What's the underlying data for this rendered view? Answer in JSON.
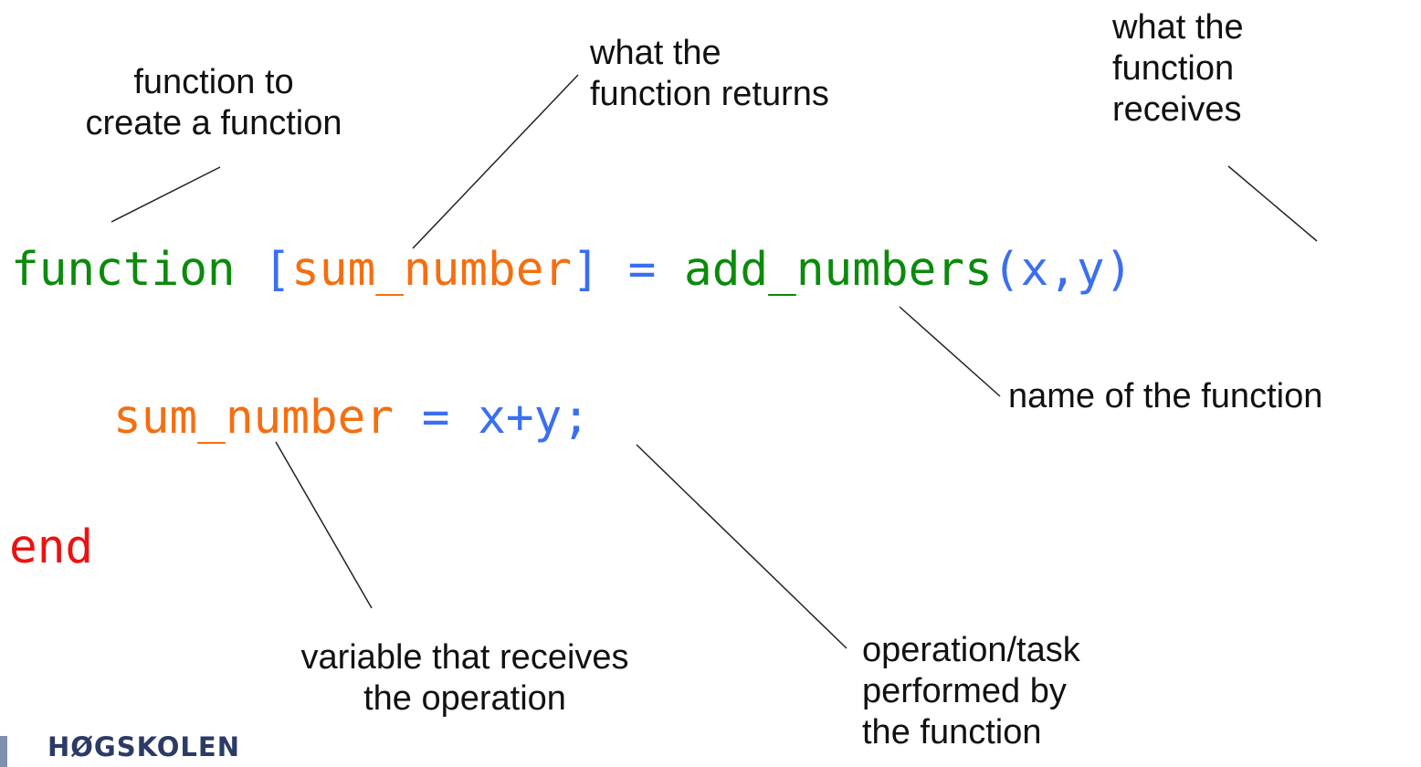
{
  "code": {
    "line1": {
      "keyword": "function",
      "open_bracket": "[",
      "output_var": "sum_number",
      "close_bracket": "]",
      "equals": "=",
      "func_name": "add_numbers",
      "open_paren": "(",
      "arg_x": "x",
      "comma": ",",
      "arg_y": "y",
      "close_paren": ")"
    },
    "line2": {
      "var": "sum_number",
      "equals": "=",
      "expr": "x+y;"
    },
    "line3": {
      "keyword": "end"
    }
  },
  "annotations": {
    "create_function": [
      "function to",
      "create a function"
    ],
    "returns": [
      "what the",
      "function returns"
    ],
    "receives": [
      "what the",
      "function",
      "receives"
    ],
    "name": [
      "name of the function"
    ],
    "variable": [
      "variable that receives",
      "the operation"
    ],
    "operation": [
      "operation/task",
      "performed by",
      "the function"
    ]
  },
  "logo": {
    "text": "HØGSKOLEN"
  },
  "colors": {
    "keyword": "#0b8a0b",
    "bracket": "#3b6ff2",
    "variable": "#f56e10",
    "end": "#ee1111",
    "leader_line": "#222222"
  }
}
